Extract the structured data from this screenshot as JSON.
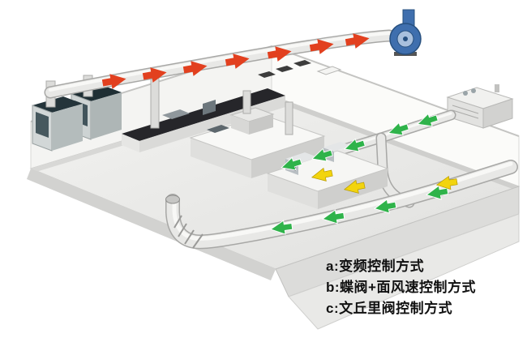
{
  "legend": {
    "items": [
      {
        "text": "a:变频控制方式"
      },
      {
        "text": "b:蝶阀+面风速控制方式"
      },
      {
        "text": "c:文丘里阀控制方式"
      }
    ]
  },
  "colors": {
    "exhaust_arrow": "#e2401f",
    "supply_arrow": "#2fb34a",
    "vav_arrow": "#f2d40e",
    "fan_blue": "#3f6fae",
    "duct": "#e8e8e6",
    "floor": "#ececea",
    "text": "#111111"
  }
}
